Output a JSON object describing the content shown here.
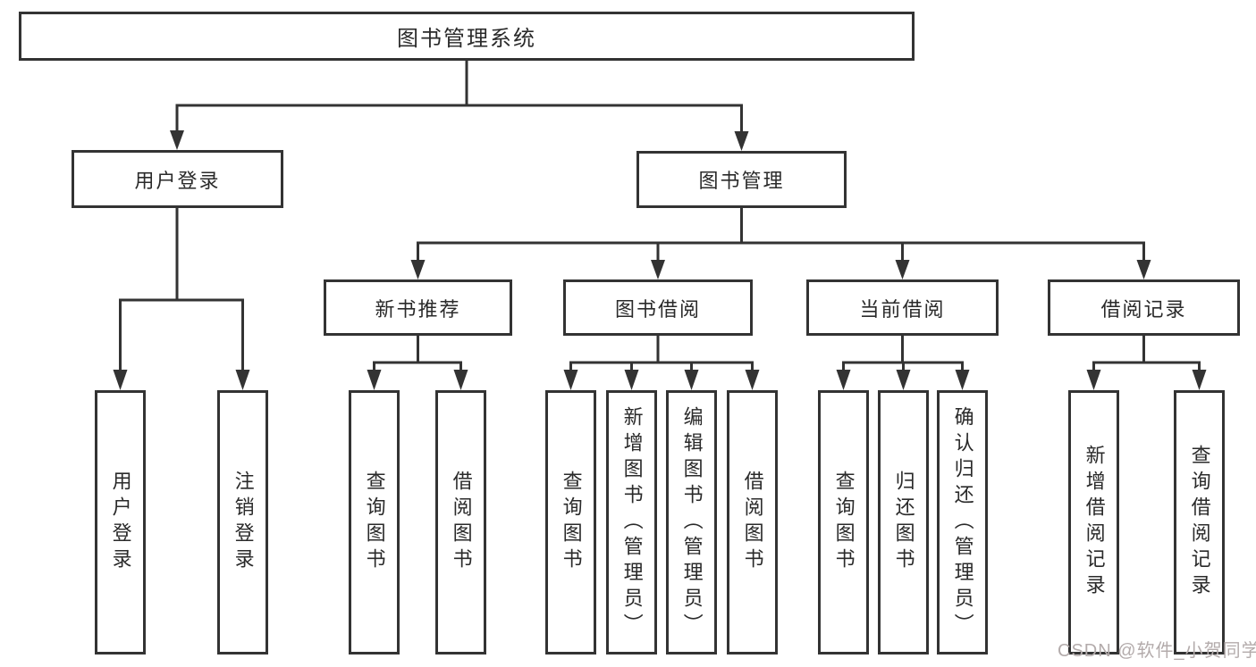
{
  "diagram": {
    "root": {
      "label": "图书管理系统"
    },
    "branches": [
      {
        "label": "用户登录",
        "children": [
          {
            "label": "用户登录"
          },
          {
            "label": "注销登录"
          }
        ]
      },
      {
        "label": "图书管理",
        "children": [
          {
            "label": "新书推荐",
            "children": [
              {
                "label": "查询图书"
              },
              {
                "label": "借阅图书"
              }
            ]
          },
          {
            "label": "图书借阅",
            "children": [
              {
                "label": "查询图书"
              },
              {
                "label": "新增图书（管理员）"
              },
              {
                "label": "编辑图书（管理员）"
              },
              {
                "label": "借阅图书"
              }
            ]
          },
          {
            "label": "当前借阅",
            "children": [
              {
                "label": "查询图书"
              },
              {
                "label": "归还图书"
              },
              {
                "label": "确认归还（管理员）"
              }
            ]
          },
          {
            "label": "借阅记录",
            "children": [
              {
                "label": "新增借阅记录"
              },
              {
                "label": "查询借阅记录"
              }
            ]
          }
        ]
      }
    ]
  },
  "watermark": {
    "text": "CSDN @软件_小贺同学"
  },
  "colors": {
    "line": "#333333",
    "box_border": "#333333",
    "text": "#2a2a2a",
    "watermark": "#b3abab",
    "background": "#ffffff"
  }
}
